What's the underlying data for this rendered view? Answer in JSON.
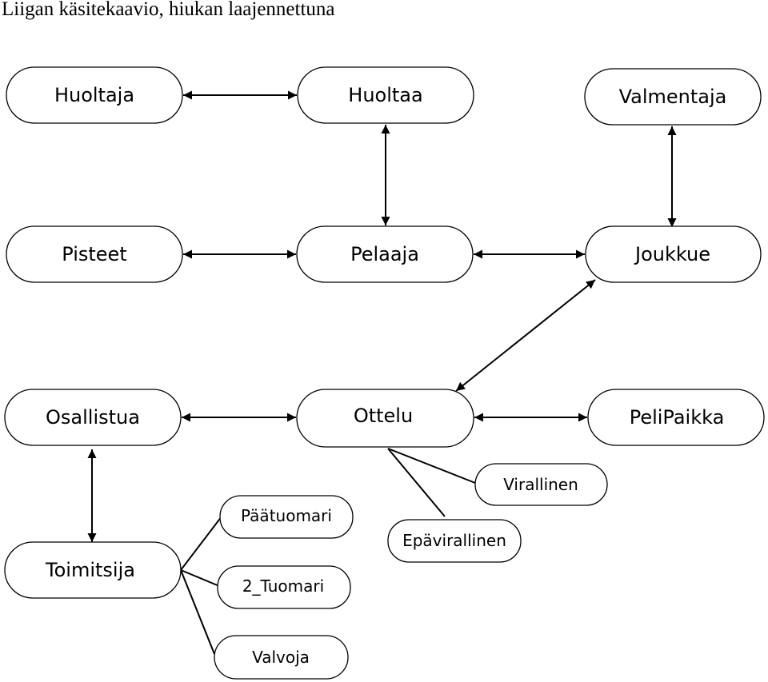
{
  "title": "Liigan käsitekaavio, hiukan laajennettuna",
  "nodes": {
    "huoltaja": "Huoltaja",
    "huoltaa": "Huoltaa",
    "valmentaja": "Valmentaja",
    "pisteet": "Pisteet",
    "pelaaja": "Pelaaja",
    "joukkue": "Joukkue",
    "osallistua": "Osallistua",
    "ottelu": "Ottelu",
    "pelipaikka": "PeliPaikka",
    "virallinen": "Virallinen",
    "epavirallinen": "Epävirallinen",
    "toimitsija": "Toimitsija",
    "paatuomari": "Päätuomari",
    "tuomari2": "2_Tuomari",
    "valvoja": "Valvoja"
  },
  "edges": [
    {
      "from": "Huoltaja",
      "to": "Huoltaa",
      "type": "bidirectional"
    },
    {
      "from": "Huoltaa",
      "to": "Pelaaja",
      "type": "bidirectional"
    },
    {
      "from": "Valmentaja",
      "to": "Joukkue",
      "type": "bidirectional"
    },
    {
      "from": "Pisteet",
      "to": "Pelaaja",
      "type": "bidirectional"
    },
    {
      "from": "Pelaaja",
      "to": "Joukkue",
      "type": "bidirectional"
    },
    {
      "from": "Joukkue",
      "to": "Ottelu",
      "type": "bidirectional"
    },
    {
      "from": "Osallistua",
      "to": "Ottelu",
      "type": "bidirectional"
    },
    {
      "from": "Ottelu",
      "to": "PeliPaikka",
      "type": "bidirectional"
    },
    {
      "from": "Osallistua",
      "to": "Toimitsija",
      "type": "bidirectional"
    },
    {
      "from": "Ottelu",
      "to": "Virallinen",
      "type": "specialization"
    },
    {
      "from": "Ottelu",
      "to": "Epävirallinen",
      "type": "specialization"
    },
    {
      "from": "Toimitsija",
      "to": "Päätuomari",
      "type": "specialization"
    },
    {
      "from": "Toimitsija",
      "to": "2_Tuomari",
      "type": "specialization"
    },
    {
      "from": "Toimitsija",
      "to": "Valvoja",
      "type": "specialization"
    }
  ]
}
